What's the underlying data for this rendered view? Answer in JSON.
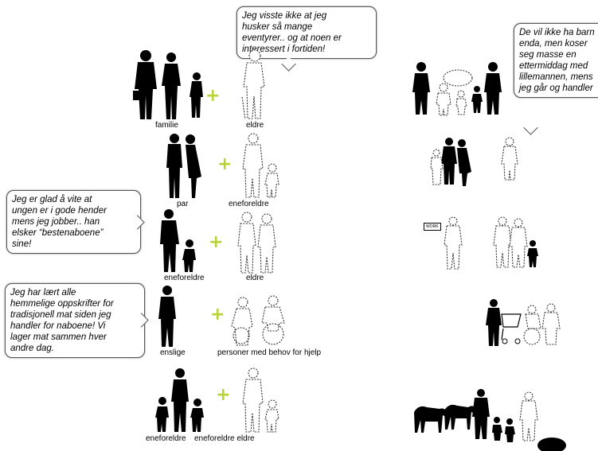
{
  "bubbles": {
    "memories": "Jeg visste ikke at jeg\nhusker så mange\neventyrer.. og at noen er\ninteressert i fortiden!",
    "dinner": "De vil ikke ha barn\nenda, men koser\nseg masse en\nettermiddag med\nlillemannen, mens\njeg går og handler",
    "childcare": "Jeg er glad å vite at\nungen er i gode hender\nmens jeg jobber.. han\nelsker “bestenaboene”\nsine!",
    "recipes": "Jeg har lært alle\nhemmelige oppskrifter for\ntradisjonell mat siden jeg\nhandler for naboene! Vi\nlager mat sammen hver\nandre dag."
  },
  "pairs": [
    {
      "left": "familie",
      "right": "eldre"
    },
    {
      "left": "par",
      "right": "eneforeldre"
    },
    {
      "left": "eneforeldre",
      "right": "eldre"
    },
    {
      "left": "enslige",
      "right": "personer med behov for hjelp"
    },
    {
      "left": "eneforeldre",
      "right": "eneforeldre eldre"
    }
  ],
  "plus_symbol": "+",
  "sign_text": "WORK",
  "colors": {
    "plus": "#b5d334",
    "silhouette": "#000000",
    "outline": "#333333"
  }
}
